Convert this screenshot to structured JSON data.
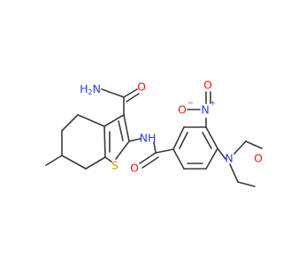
{
  "molecule": {
    "labels": {
      "amide_n": "H2N",
      "amide_o": "O",
      "nh": "NH",
      "s": "S",
      "benz_o": "O",
      "nitro_o_left": "O",
      "nitro_n": "N",
      "nitro_o_top": "O",
      "morph_n": "N",
      "morph_o": "O"
    },
    "charges": {
      "plus": "+",
      "minus": "−"
    },
    "colors": {
      "bond": "#3a3a3a",
      "nitrogen": "#2a3cff",
      "oxygen": "#ff1010",
      "sulfur": "#c8a400",
      "carbon": "#3a3a3a"
    }
  }
}
